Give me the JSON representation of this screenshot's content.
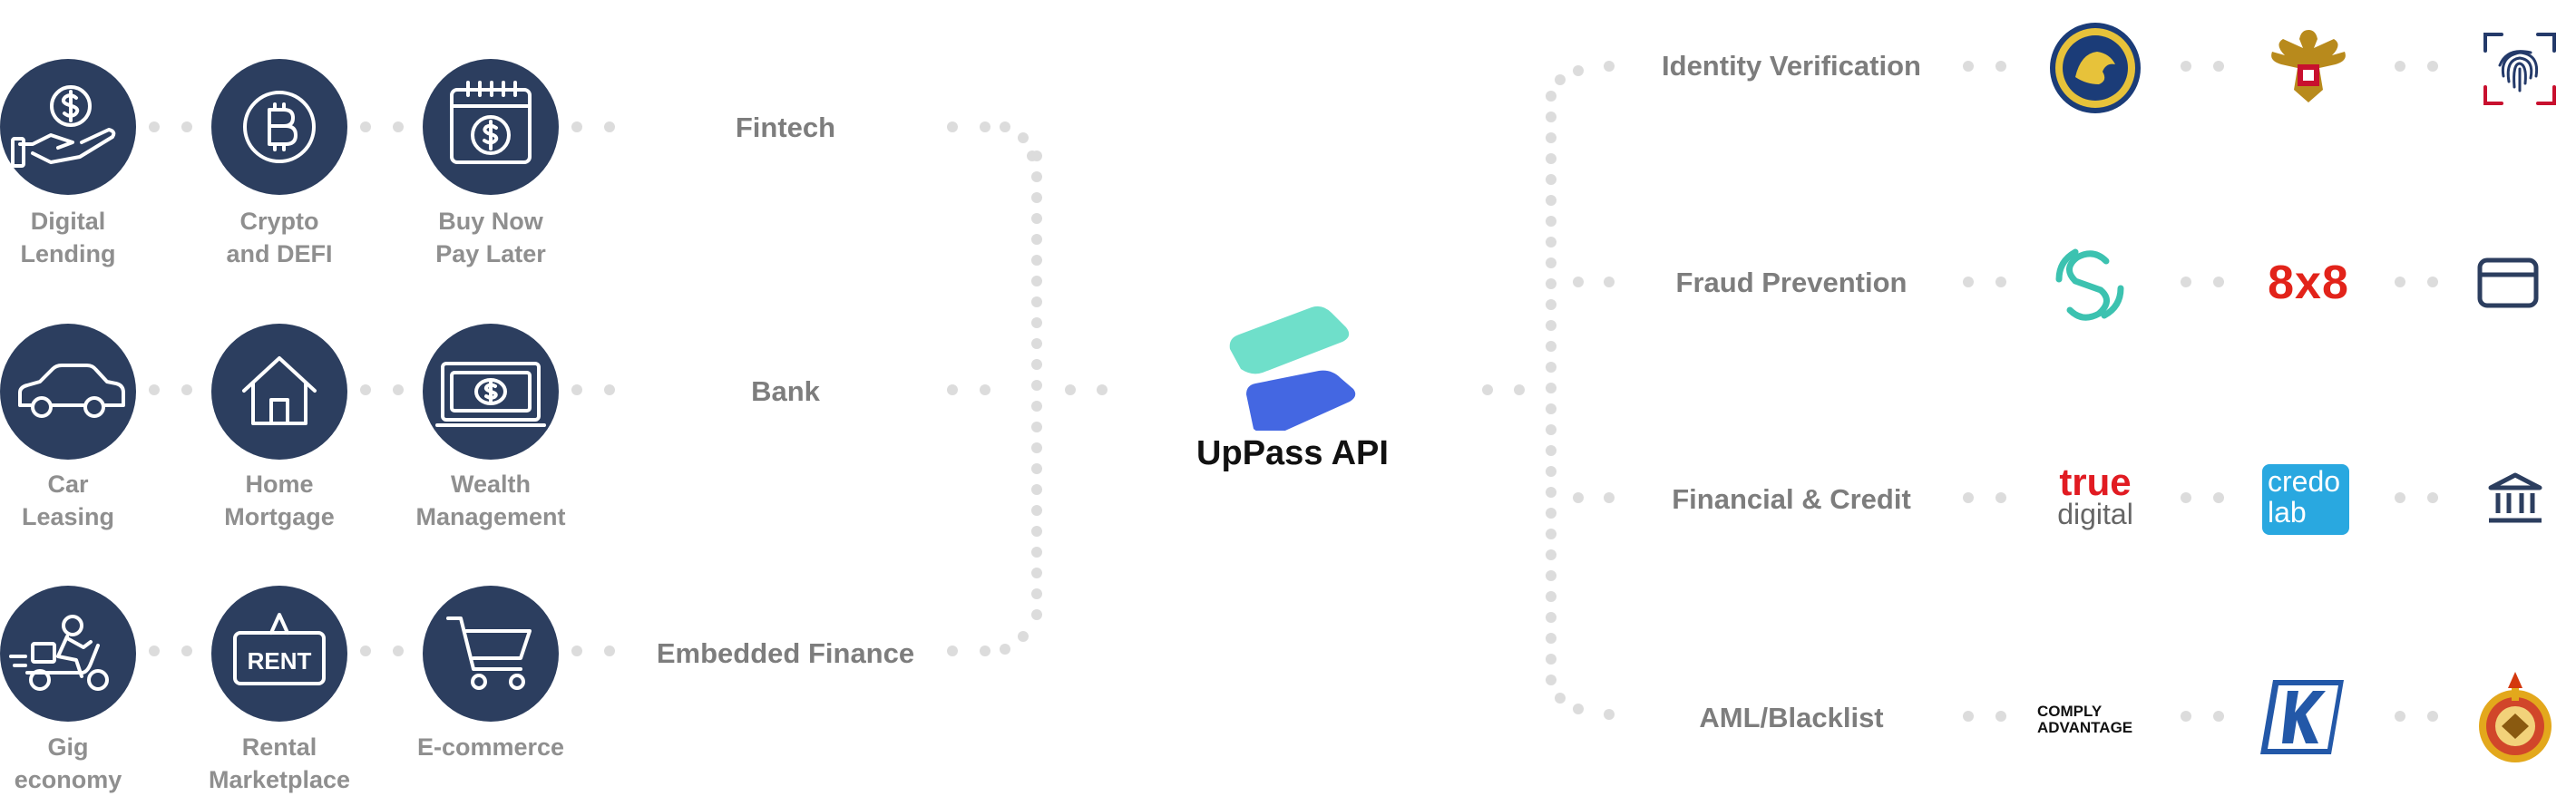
{
  "use_cases": [
    {
      "line1": "Digital",
      "line2": "Lending",
      "icon": "hand-dollar-icon"
    },
    {
      "line1": "Crypto",
      "line2": "and DEFI",
      "icon": "bitcoin-icon"
    },
    {
      "line1": "Buy Now",
      "line2": "Pay Later",
      "icon": "calendar-dollar-icon"
    },
    {
      "line1": "Car",
      "line2": "Leasing",
      "icon": "car-icon"
    },
    {
      "line1": "Home",
      "line2": "Mortgage",
      "icon": "house-icon"
    },
    {
      "line1": "Wealth",
      "line2": "Management",
      "icon": "banknote-icon"
    },
    {
      "line1": "Gig",
      "line2": "economy",
      "icon": "delivery-scooter-icon"
    },
    {
      "line1": "Rental",
      "line2": "Marketplace",
      "icon": "rent-sign-icon"
    },
    {
      "line1": "E-commerce",
      "line2": "",
      "icon": "shopping-cart-icon"
    }
  ],
  "categories": [
    "Fintech",
    "Bank",
    "Embedded Finance"
  ],
  "center": {
    "label": "UpPass API",
    "icon": "uppass-logo-icon"
  },
  "services": [
    "Identity Verification",
    "Fraud Prevention",
    "Financial & Credit",
    "AML/Blacklist"
  ],
  "partners": {
    "identity": [
      "thai-dopa-seal-icon",
      "garuda-emblem-icon",
      "fingerprint-scan-icon"
    ],
    "fraud": {
      "logo1": "seon-logo-icon",
      "logo2_text": "8x8",
      "logo3": "credit-card-icon"
    },
    "financial": {
      "true_top": "true",
      "true_bottom": "digital",
      "credo_top": "credo",
      "credo_bottom": "lab",
      "logo3": "bank-building-icon"
    },
    "aml": {
      "comply_top": "COMPLY",
      "comply_bottom": "ADVANTAGE",
      "logo2": "k-logo-icon",
      "logo3": "thai-amlo-emblem-icon"
    }
  },
  "colors": {
    "circle": "#2c3e5f",
    "dots": "#dcdcdc",
    "label": "#8f8f8f",
    "eightbyeight": "#e2231a",
    "true_red": "#e11b22",
    "credo_blue": "#29a8e0",
    "uppass_green": "#5fdcc4",
    "uppass_blue": "#3a5fe0"
  }
}
